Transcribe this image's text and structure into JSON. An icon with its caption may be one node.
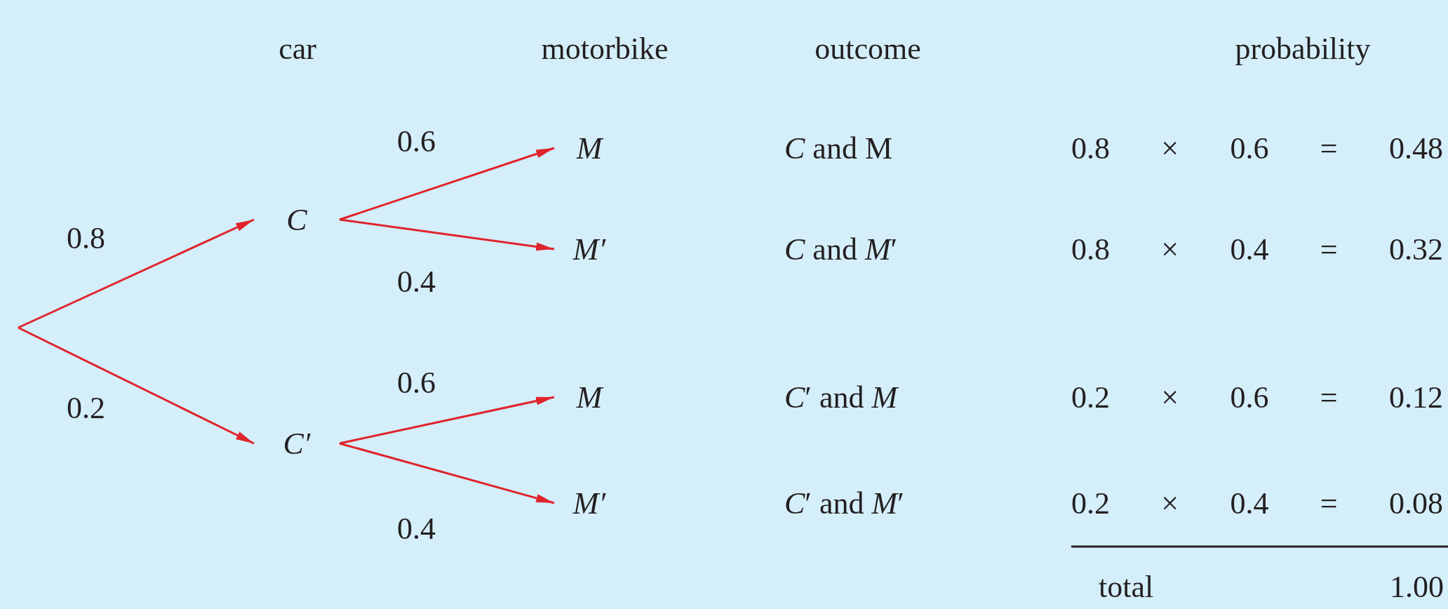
{
  "diagram": {
    "nodes": [
      {
        "text": [
          "C"
        ]
      },
      {
        "text": [
          "M"
        ]
      },
      {
        "text": [
          "M′"
        ]
      },
      {
        "text": [
          "C′"
        ]
      },
      {
        "text": [
          "M"
        ]
      },
      {
        "text": [
          "M′"
        ]
      }
    ],
    "edges": [
      {
        "from": null,
        "to": 0,
        "arrow": "to",
        "label": "0.8"
      },
      {
        "from": null,
        "to": 3,
        "arrow": "to",
        "label": "0.2"
      },
      {
        "from": 0,
        "to": 1,
        "arrow": "to",
        "label": "0.6"
      },
      {
        "from": 0,
        "to": 2,
        "arrow": "to",
        "label": "0.4"
      },
      {
        "from": 3,
        "to": 4,
        "arrow": "to",
        "label": "0.6"
      },
      {
        "from": 3,
        "to": 5,
        "arrow": "to",
        "label": "0.4"
      }
    ],
    "labels": [
      "car",
      "motorbike",
      "outcome",
      "probability",
      "*C* and M",
      "0.8 × 0.6 = 0.48",
      "*C* and *M*′",
      "0.8 × 0.4 = 0.32",
      "*C*′ and *M*",
      "0.2 × 0.6 = 0.12",
      "*C*′ and *M*′",
      "0.2 × 0.4 = 0.08",
      "total",
      "1.00"
    ]
  }
}
